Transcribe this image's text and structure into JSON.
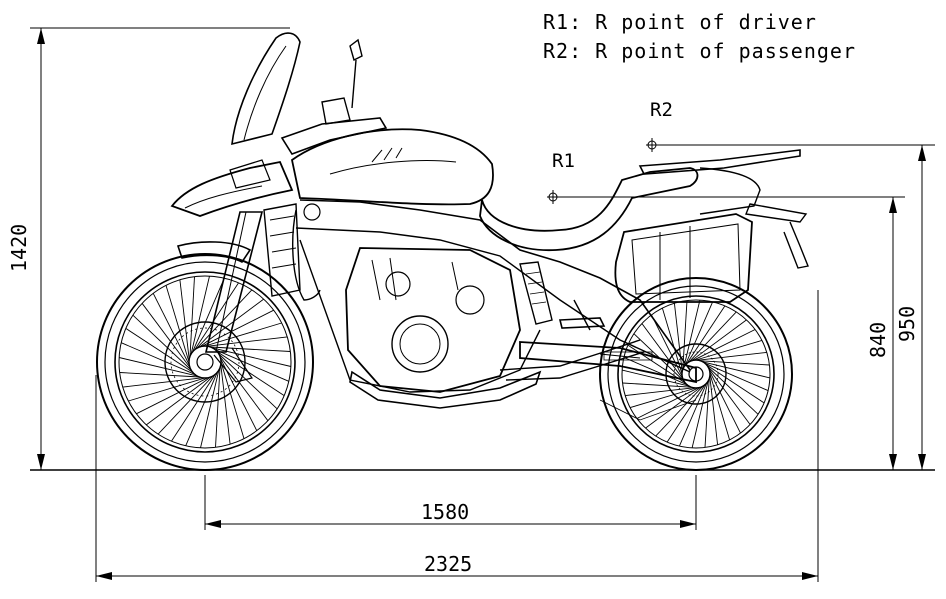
{
  "legend": {
    "r1": "R1: R point of driver",
    "r2": "R2: R point of passenger"
  },
  "markers": {
    "r1": "R1",
    "r2": "R2"
  },
  "dimensions": {
    "height_total": "1420",
    "height_r2": "950",
    "height_r1": "840",
    "wheelbase": "1580",
    "length_total": "2325"
  },
  "colors": {
    "ink": "#000000",
    "paper": "#ffffff"
  }
}
